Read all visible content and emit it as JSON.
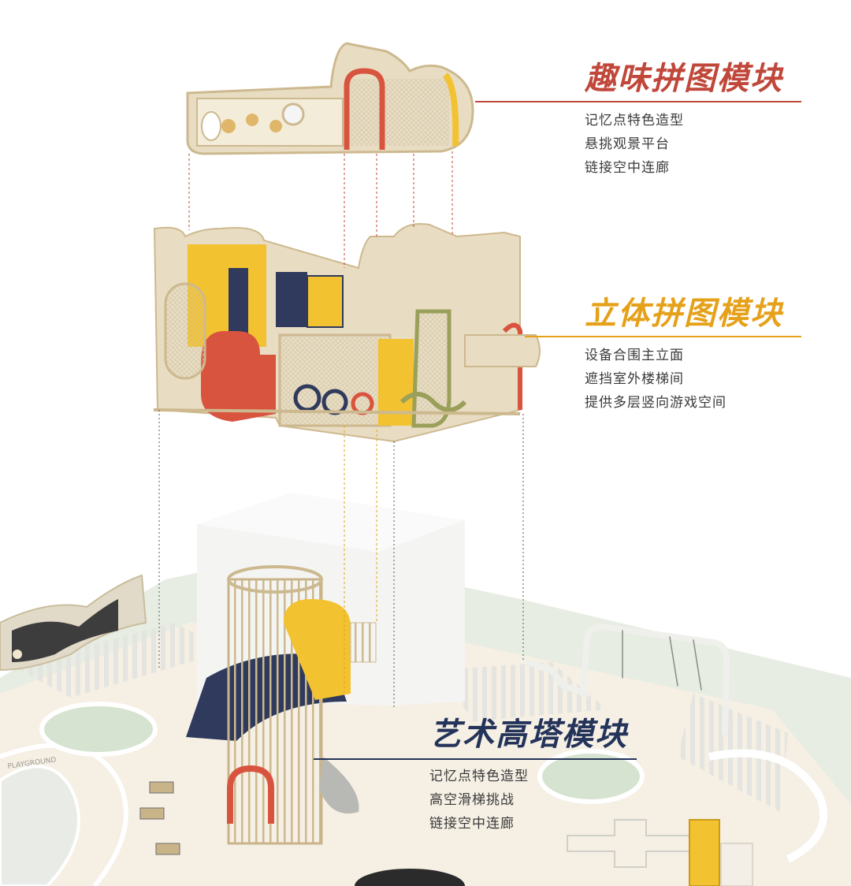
{
  "modules": {
    "fun_puzzle": {
      "title": "趣味拼图模块",
      "lines": [
        "记忆点特色造型",
        "悬挑观景平台",
        "链接空中连廊"
      ],
      "color": "#c0473a"
    },
    "stereo_puzzle": {
      "title": "立体拼图模块",
      "lines": [
        "设备合围主立面",
        "遮挡室外楼梯间",
        "提供多层竖向游戏空间"
      ],
      "color": "#e6a11a"
    },
    "art_tower": {
      "title": "艺术高塔模块",
      "lines": [
        "记忆点特色造型",
        "高空滑梯挑战",
        "链接空中连廊"
      ],
      "color": "#24335a"
    }
  },
  "ground_label": "PLAYGROUND",
  "palette": {
    "wood": "#e8dcc2",
    "wood_dark": "#c9b48a",
    "yellow": "#f2c230",
    "red": "#d9543f",
    "navy": "#2f3a5c",
    "olive": "#9aa05a",
    "ground": "#eef0ea",
    "plaza": "#f6efe5",
    "green": "#dfe6d6"
  }
}
